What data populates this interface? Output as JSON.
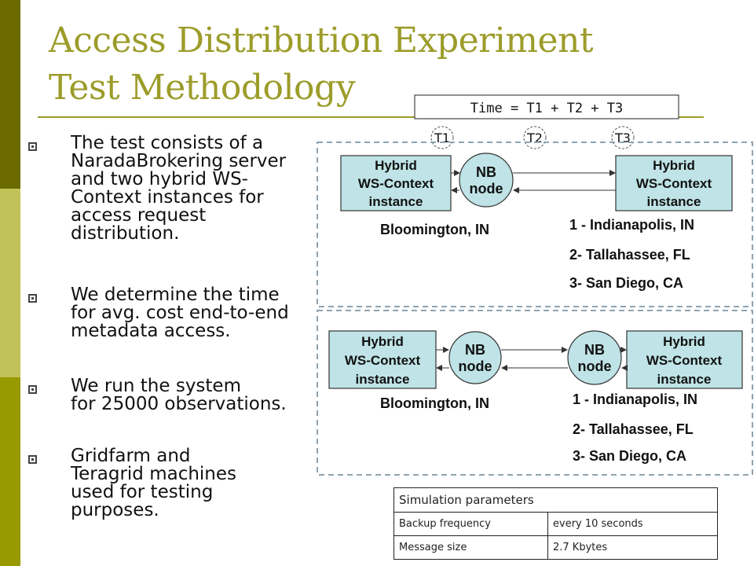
{
  "slide": {
    "title_line1": "Access Distribution Experiment",
    "title_line2": "Test Methodology",
    "colors": {
      "sidebar_dark": "#6b6b00",
      "sidebar_light": "#c2c25a",
      "sidebar_mid": "#999900",
      "title": "#9c9c2a",
      "box_fill": "#bfe3e6",
      "dashed": "#8fa3b0"
    }
  },
  "bullets": [
    {
      "lines": [
        "The test consists of a",
        "NaradaBrokering server",
        "and two hybrid WS-",
        "Context instances  for",
        "access request",
        "distribution."
      ]
    },
    {
      "lines": [
        "We determine the time",
        "for avg. cost end-to-end",
        "metadata access."
      ]
    },
    {
      "lines": [
        "We run the system",
        "for 25000 observations."
      ]
    },
    {
      "lines": [
        "Gridfarm and",
        "Teragrid machines",
        "used for  testing",
        "purposes."
      ]
    }
  ],
  "diagram": {
    "time_formula": "Time = T1 + T2 + T3",
    "t_labels": [
      "T1",
      "T2",
      "T3"
    ],
    "top": {
      "left_box": [
        "Hybrid",
        "WS-Context",
        "instance"
      ],
      "node": [
        "NB",
        "node"
      ],
      "right_box": [
        "Hybrid",
        "WS-Context",
        "instance"
      ],
      "location": "Bloomington, IN",
      "sites": [
        "1 - Indianapolis, IN",
        "2- Tallahassee, FL",
        "3- San Diego, CA"
      ]
    },
    "bottom": {
      "left_box": [
        "Hybrid",
        "WS-Context",
        "instance"
      ],
      "node1": [
        "NB",
        "node"
      ],
      "node2": [
        "NB",
        "node"
      ],
      "right_box": [
        "Hybrid",
        "WS-Context",
        "instance"
      ],
      "location": "Bloomington, IN",
      "sites": [
        "1 - Indianapolis, IN",
        "2- Tallahassee, FL",
        "3- San Diego, CA"
      ]
    }
  },
  "parameters": {
    "header": "Simulation parameters",
    "rows": [
      {
        "name": "Backup frequency",
        "value": "every 10 seconds"
      },
      {
        "name": "Message size",
        "value": "2.7 Kbytes"
      }
    ]
  }
}
